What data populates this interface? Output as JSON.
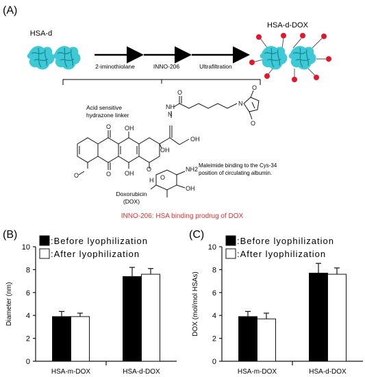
{
  "panel_a": {
    "label": "(A)",
    "left_protein_label": "HSA-d",
    "right_protein_label": "HSA-d-DOX",
    "step1": "2-iminothiolane",
    "step2": "INNO-206",
    "step3": "Ultrafiltration",
    "linker_note": "Acid sensitive hydrazone linker",
    "maleimide_note": "Maleimide binding to the Cys-34 position of circulating albumin.",
    "dox_label": "Doxorubicin (DOX)",
    "caption": "INNO-206: HSA binding prodrug of DOX",
    "caption_color": "#e8312a",
    "protein_color": "#3ec9d6",
    "drug_color": "#e8142a",
    "chem": {
      "oh": "OH",
      "o": "O",
      "n": "N",
      "nh": "NH",
      "h": "H",
      "nh2": "NH2",
      "ome": "O"
    }
  },
  "chart_data": [
    {
      "panel_label": "(B)",
      "type": "bar",
      "categories": [
        "HSA-m-DOX",
        "HSA-d-DOX"
      ],
      "ylabel": "Diameter (nm)",
      "ylim": [
        0,
        10
      ],
      "yticks": [
        "0",
        "2",
        "4",
        "6",
        "8",
        "10"
      ],
      "legend_position": "top-left",
      "series": [
        {
          "name": ":Before lyophilization",
          "color": "#000000",
          "values": [
            3.9,
            7.4
          ],
          "errors": [
            0.45,
            0.8
          ]
        },
        {
          "name": ":After lyophilization",
          "color": "#ffffff",
          "values": [
            3.9,
            7.6
          ],
          "errors": [
            0.3,
            0.5
          ]
        }
      ]
    },
    {
      "panel_label": "(C)",
      "type": "bar",
      "categories": [
        "HSA-m-DOX",
        "HSA-d-DOX"
      ],
      "ylabel": "DOX (mol/mol HSAs)",
      "ylim": [
        0,
        10
      ],
      "yticks": [
        "0",
        "2",
        "4",
        "6",
        "8",
        "10"
      ],
      "legend_position": "top-left",
      "series": [
        {
          "name": ":Before lyophilization",
          "color": "#000000",
          "values": [
            3.9,
            7.7
          ],
          "errors": [
            0.45,
            0.85
          ]
        },
        {
          "name": ":After lyophilization",
          "color": "#ffffff",
          "values": [
            3.7,
            7.6
          ],
          "errors": [
            0.5,
            0.55
          ]
        }
      ]
    }
  ]
}
